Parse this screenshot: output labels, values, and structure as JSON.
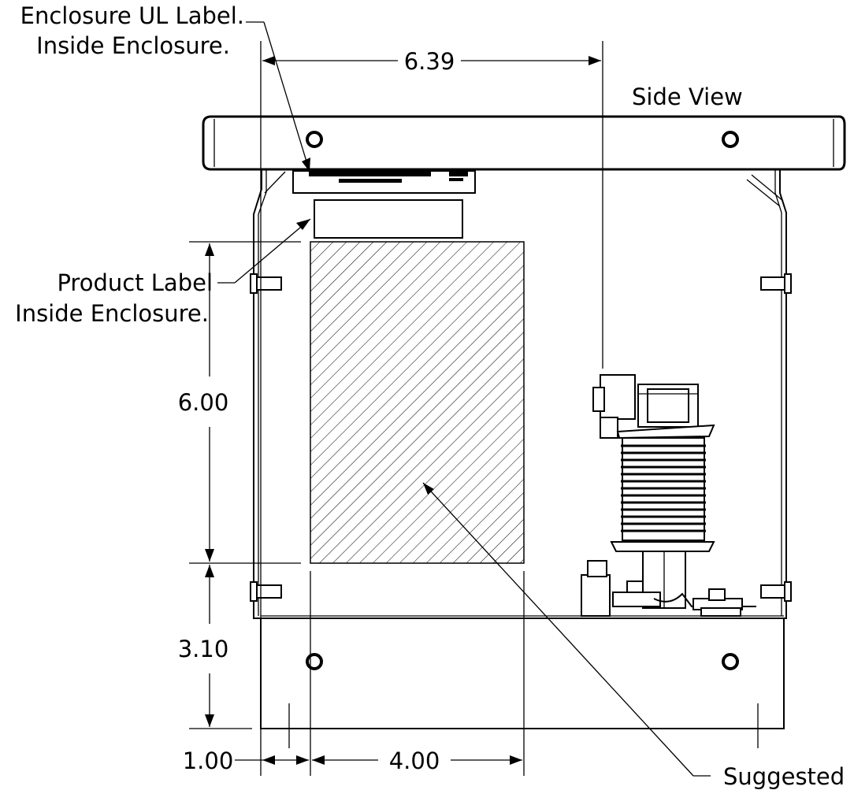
{
  "labels": {
    "enclosure_ul_line1": "Enclosure UL Label.",
    "enclosure_ul_line2": "Inside Enclosure.",
    "side_view": "Side View",
    "product_label_line1": "Product Label",
    "product_label_line2": "Inside Enclosure.",
    "suggested_line1": "Suggested"
  },
  "dimensions": {
    "overall_width": "6.39",
    "area_height": "6.00",
    "bottom_offset": "3.10",
    "left_offset": "1.00",
    "area_width": "4.00"
  }
}
